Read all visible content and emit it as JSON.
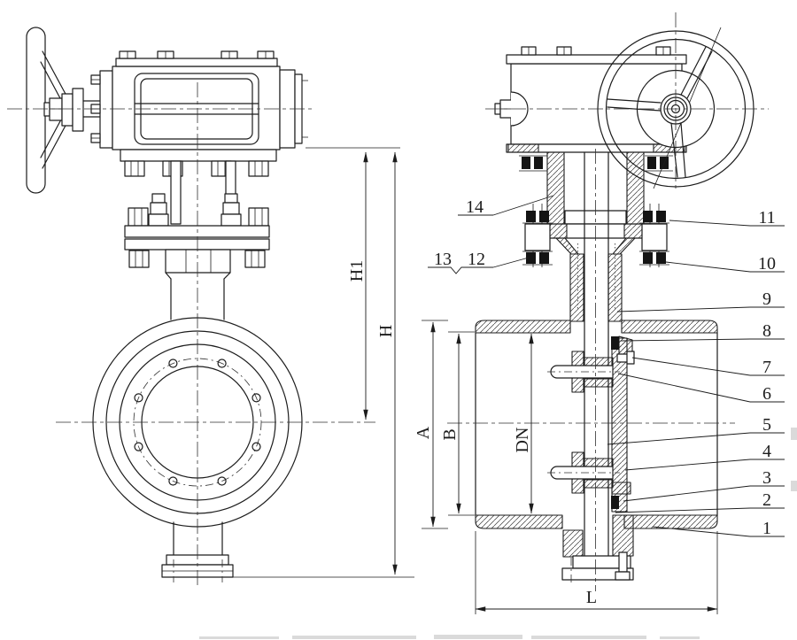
{
  "page": {
    "background": "#ffffff",
    "line_color": "#1c1c1c"
  },
  "dims": {
    "h1": "H1",
    "h": "H",
    "a": "A",
    "b": "B",
    "dn": "DN",
    "l": "L"
  },
  "parts": {
    "p1": "1",
    "p2": "2",
    "p3": "3",
    "p4": "4",
    "p5": "5",
    "p6": "6",
    "p7": "7",
    "p8": "8",
    "p9": "9",
    "p10": "10",
    "p11": "11",
    "p12": "12",
    "p13": "13",
    "p14": "14"
  }
}
